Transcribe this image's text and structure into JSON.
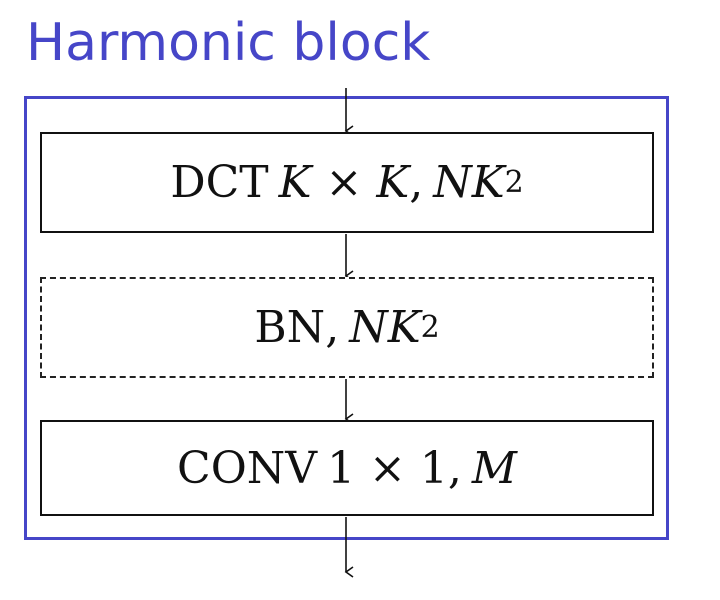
{
  "title": "Harmonic block",
  "colors": {
    "accent": "#4646c8",
    "ink": "#111111"
  },
  "blocks": {
    "dct": {
      "name": "DCT",
      "kernel": "K × K",
      "sep": ",",
      "channels": "NK",
      "power": "2"
    },
    "bn": {
      "name": "BN",
      "sep": ",",
      "channels": "NK",
      "power": "2"
    },
    "conv": {
      "name": "CONV",
      "kernel": "1 × 1",
      "sep": ",",
      "channels": "M"
    }
  }
}
